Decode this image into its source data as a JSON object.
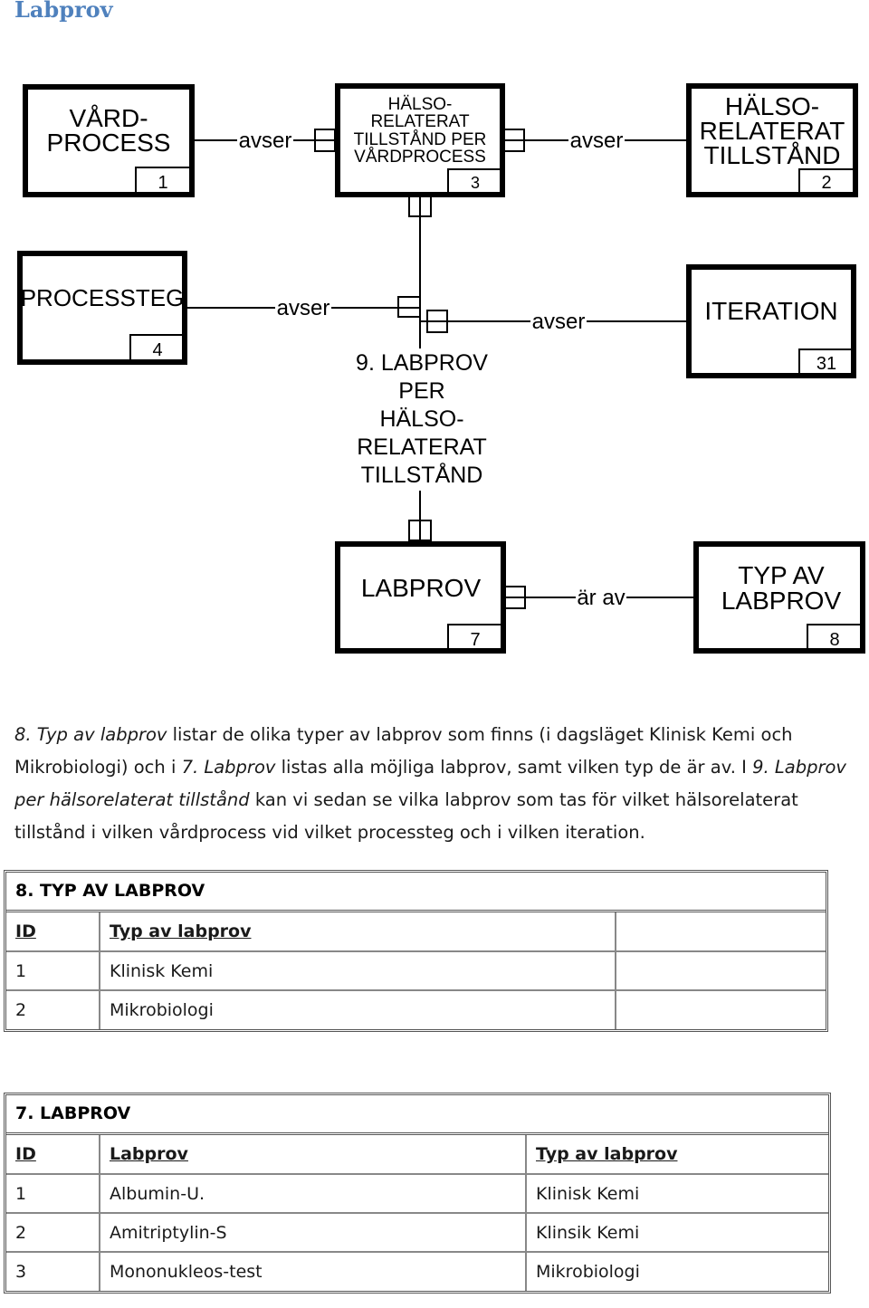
{
  "page_title": "Labprov",
  "diagram": {
    "entities": {
      "vardprocess": {
        "name_lines": [
          "VÅRD-",
          "PROCESS"
        ],
        "number": "1"
      },
      "halsotillstand_per_vardprocess": {
        "name_lines": [
          "HÄLSO-",
          "RELATERAT",
          "TILLSTÅND PER",
          "VÅRDPROCESS"
        ],
        "number": "3"
      },
      "halsotillstand": {
        "name_lines": [
          "HÄLSO-",
          "RELATERAT",
          "TILLSTÅND"
        ],
        "number": "2"
      },
      "processteg": {
        "name_lines": [
          "PROCESSTEG"
        ],
        "number": "4"
      },
      "iteration": {
        "name_lines": [
          "ITERATION"
        ],
        "number": "31"
      },
      "labprov_per_tillstand": {
        "name_lines": [
          "9. LABPROV",
          "PER",
          "HÄLSO-",
          "RELATERAT",
          "TILLSTÅND"
        ]
      },
      "labprov": {
        "name_lines": [
          "LABPROV"
        ],
        "number": "7"
      },
      "typ_av_labprov": {
        "name_lines": [
          "TYP AV",
          "LABPROV"
        ],
        "number": "8"
      }
    },
    "relationships": {
      "r1": "avser",
      "r2": "avser",
      "r3": "avser",
      "r4": "avser",
      "r5": "är av"
    }
  },
  "paragraph": {
    "s1_em": "8. Typ av labprov",
    "s1": " listar de olika typer av labprov som finns (i dagsläget Klinisk Kemi och Mikrobiologi) och i ",
    "s2_em": "7. Labprov",
    "s2": " listas alla möjliga labprov, samt vilken typ de är av. I ",
    "s3_em": "9. Labprov per hälsorelaterat tillstånd",
    "s3": " kan vi sedan se vilka labprov som tas för vilket hälsorelaterat tillstånd i vilken vårdprocess vid vilket processteg och i vilken iteration."
  },
  "table_typ": {
    "title": "8. TYP AV LABPROV",
    "headers": [
      "ID",
      "Typ av labprov"
    ],
    "rows": [
      [
        "1",
        "Klinisk Kemi"
      ],
      [
        "2",
        "Mikrobiologi"
      ]
    ]
  },
  "table_labprov": {
    "title": "7. LABPROV",
    "headers": [
      "ID",
      "Labprov",
      "Typ av labprov"
    ],
    "rows": [
      [
        "1",
        "Albumin-U.",
        "Klinisk Kemi"
      ],
      [
        "2",
        "Amitriptylin-S",
        "Klinsik Kemi"
      ],
      [
        "3",
        "Mononukleos-test",
        "Mikrobiologi"
      ]
    ]
  }
}
